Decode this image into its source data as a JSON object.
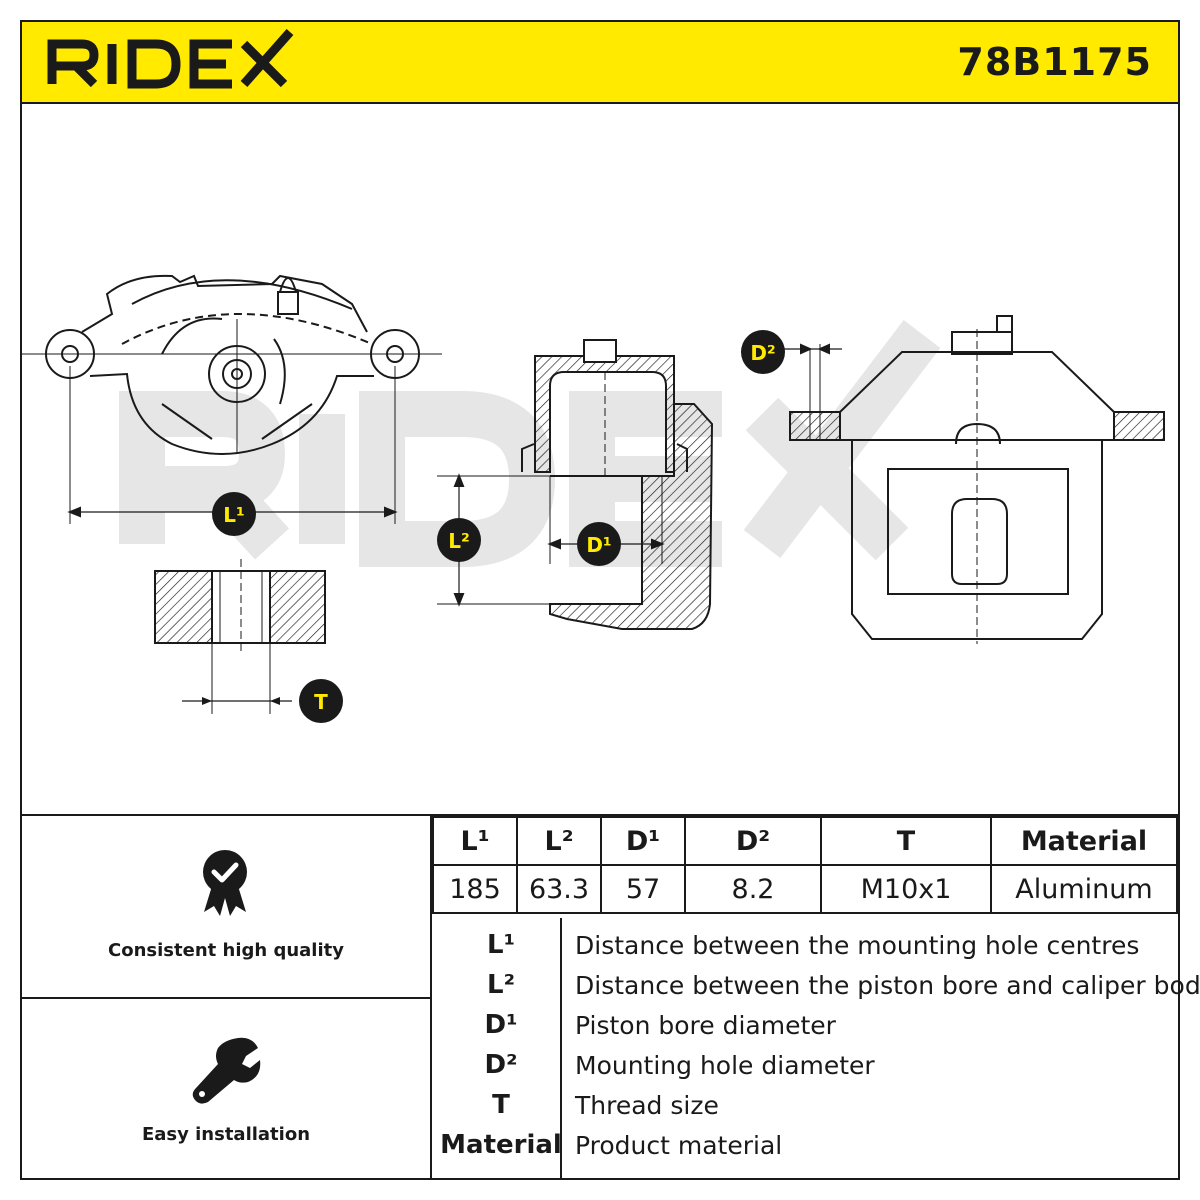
{
  "header": {
    "brand": "RIDEX",
    "part_number": "78B1175",
    "accent_color": "#ffea00"
  },
  "drawing": {
    "watermark": "RIDEX",
    "labels": {
      "l1": "L¹",
      "l2": "L²",
      "d1": "D¹",
      "d2": "D²",
      "t": "T"
    }
  },
  "features": [
    {
      "icon": "quality-badge-icon",
      "label": "Consistent high quality"
    },
    {
      "icon": "wrench-icon",
      "label": "Easy installation"
    }
  ],
  "spec_table": {
    "headers": [
      "L¹",
      "L²",
      "D¹",
      "D²",
      "T",
      "Material"
    ],
    "values": [
      "185",
      "63.3",
      "57",
      "8.2",
      "M10x1",
      "Aluminum"
    ]
  },
  "glossary": [
    {
      "key": "L¹",
      "desc": "Distance between the mounting hole centres"
    },
    {
      "key": "L²",
      "desc": "Distance between the piston bore and caliper body"
    },
    {
      "key": "D¹",
      "desc": "Piston bore diameter"
    },
    {
      "key": "D²",
      "desc": "Mounting hole diameter"
    },
    {
      "key": "T",
      "desc": "Thread size"
    },
    {
      "key": "Material",
      "desc": "Product material"
    }
  ]
}
